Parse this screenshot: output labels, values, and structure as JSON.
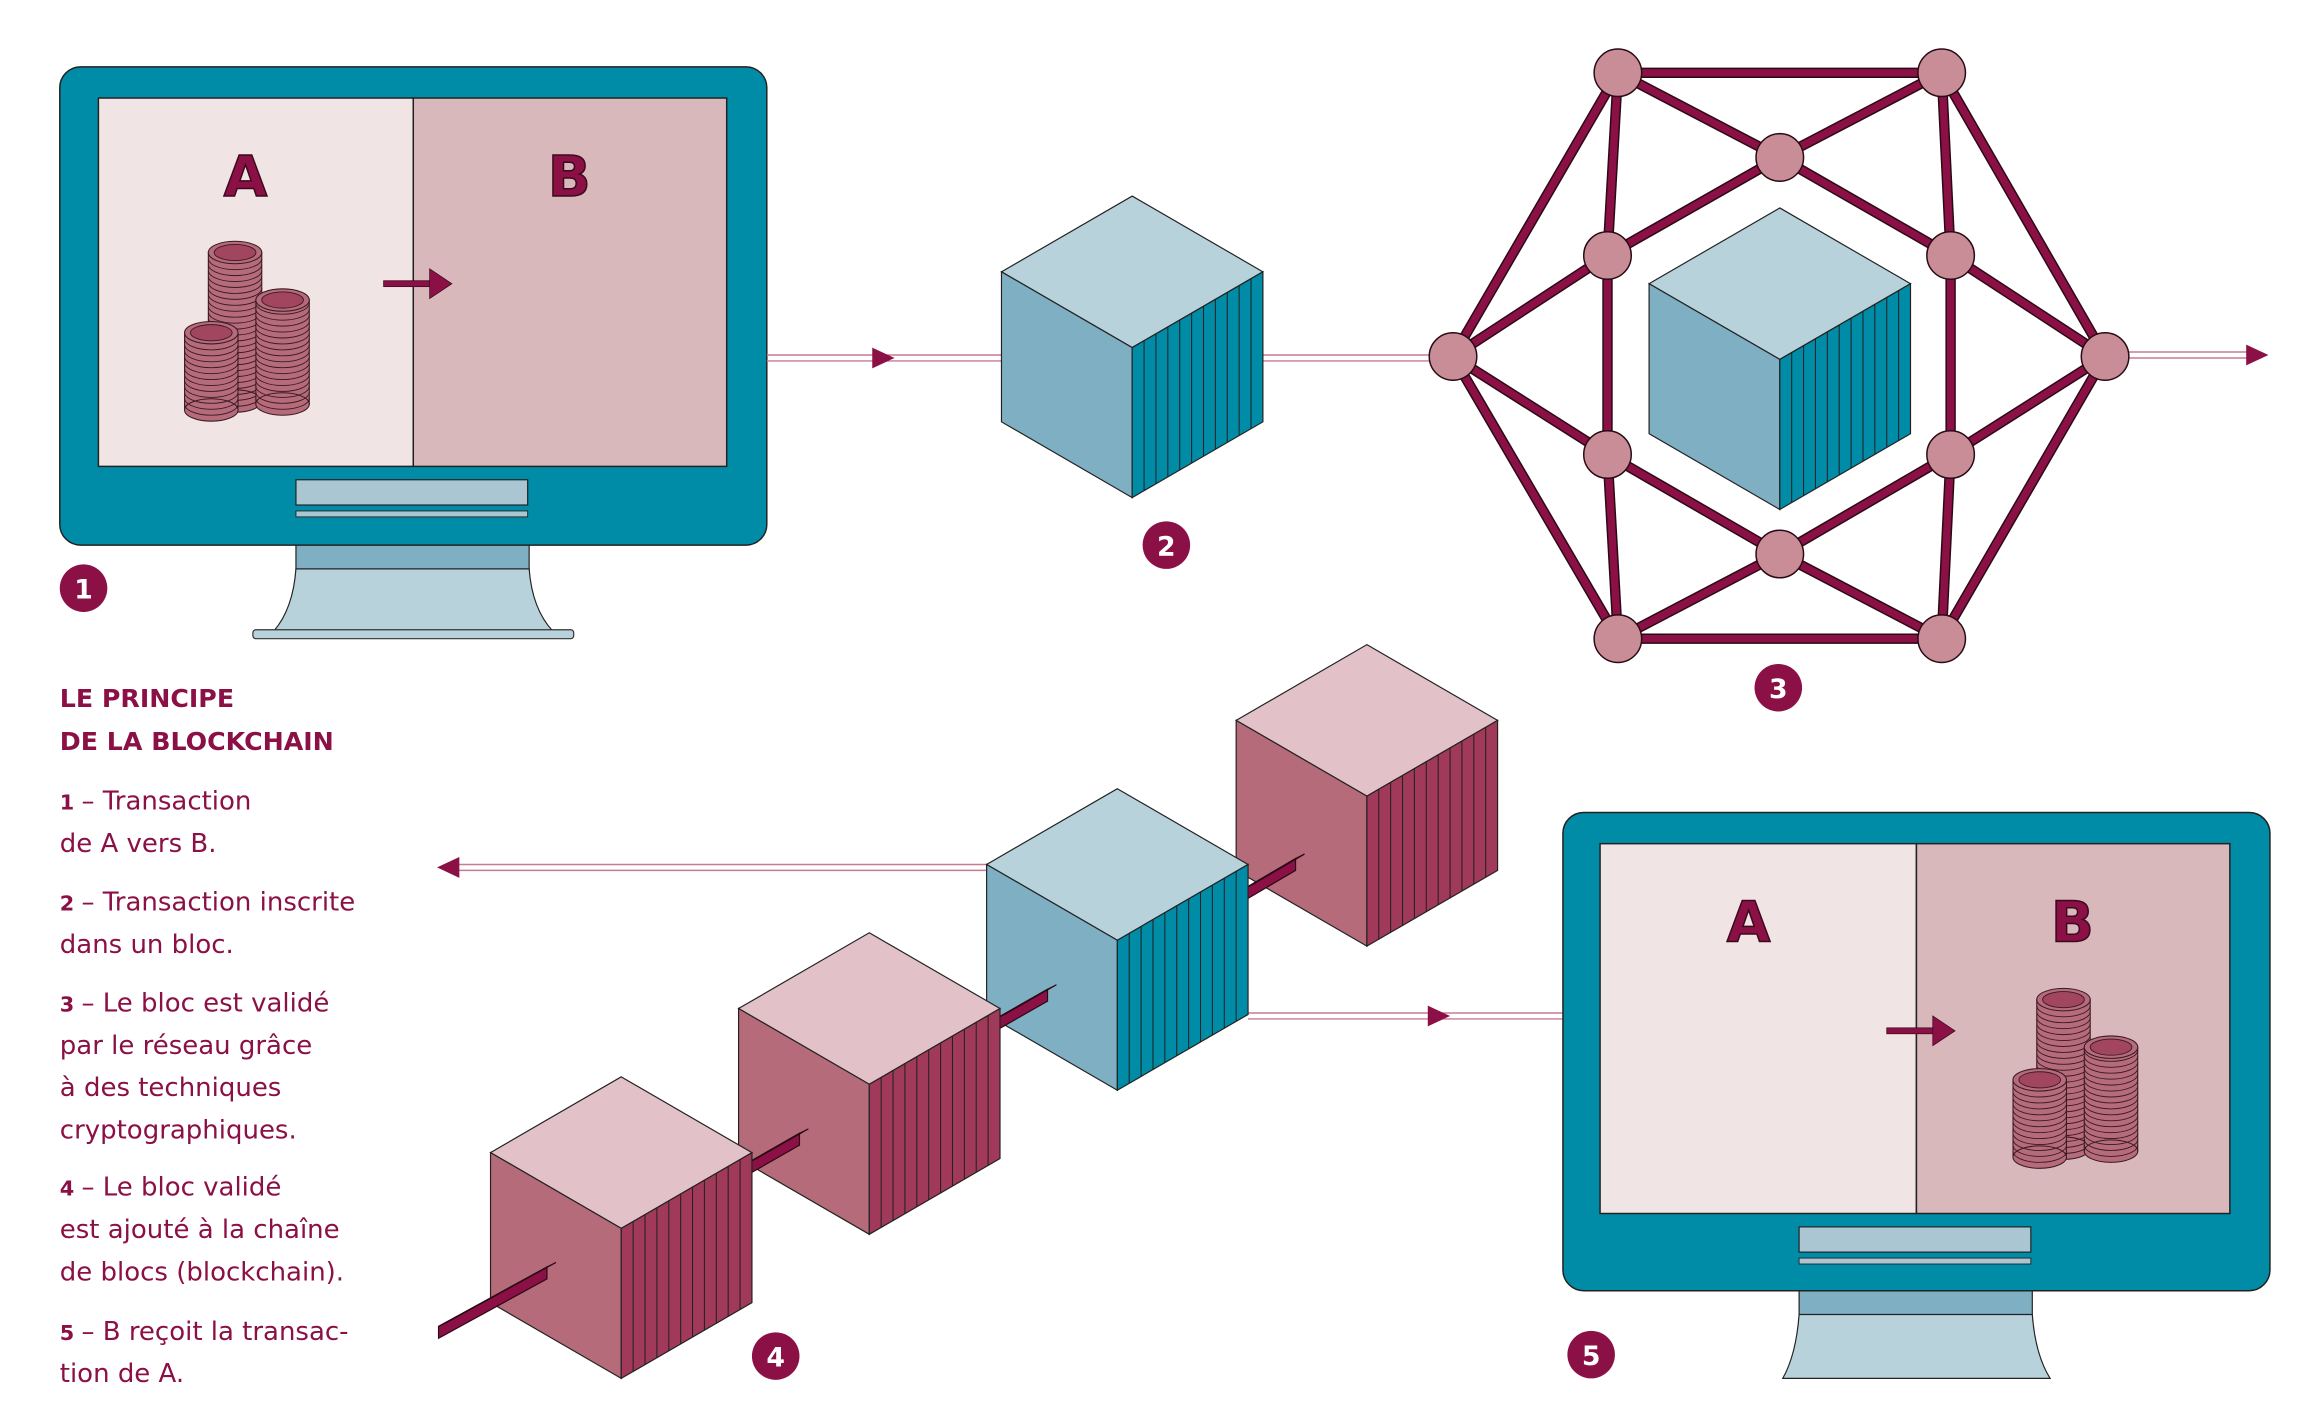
{
  "title": [
    "LE PRINCIPE",
    "DE LA BLOCKCHAIN"
  ],
  "steps": [
    {
      "num": "1",
      "lines": [
        "– Transaction",
        "de A vers B."
      ]
    },
    {
      "num": "2",
      "lines": [
        "– Transaction inscrite",
        "dans un bloc."
      ]
    },
    {
      "num": "3",
      "lines": [
        "– Le bloc est validé",
        "par le réseau grâce",
        "à des techniques",
        "cryptographiques."
      ]
    },
    {
      "num": "4",
      "lines": [
        "– Le bloc validé",
        "est ajouté à la chaîne",
        "de blocs (blockchain)."
      ]
    },
    {
      "num": "5",
      "lines": [
        "– B reçoit la transac-",
        "tion de A."
      ]
    }
  ],
  "screens": {
    "a_label": "A",
    "b_label": "B"
  },
  "badges": [
    "1",
    "2",
    "3",
    "4",
    "5"
  ],
  "colors": {
    "accent": "#8b1045",
    "teal": "#008ba6",
    "light_blue": "#b8d2dc",
    "mid_blue": "#7fafc2",
    "pink_light": "#e2c2c8",
    "pink_mid": "#b56b7a",
    "pink_dark": "#a0395a",
    "node": "#c98d98"
  }
}
